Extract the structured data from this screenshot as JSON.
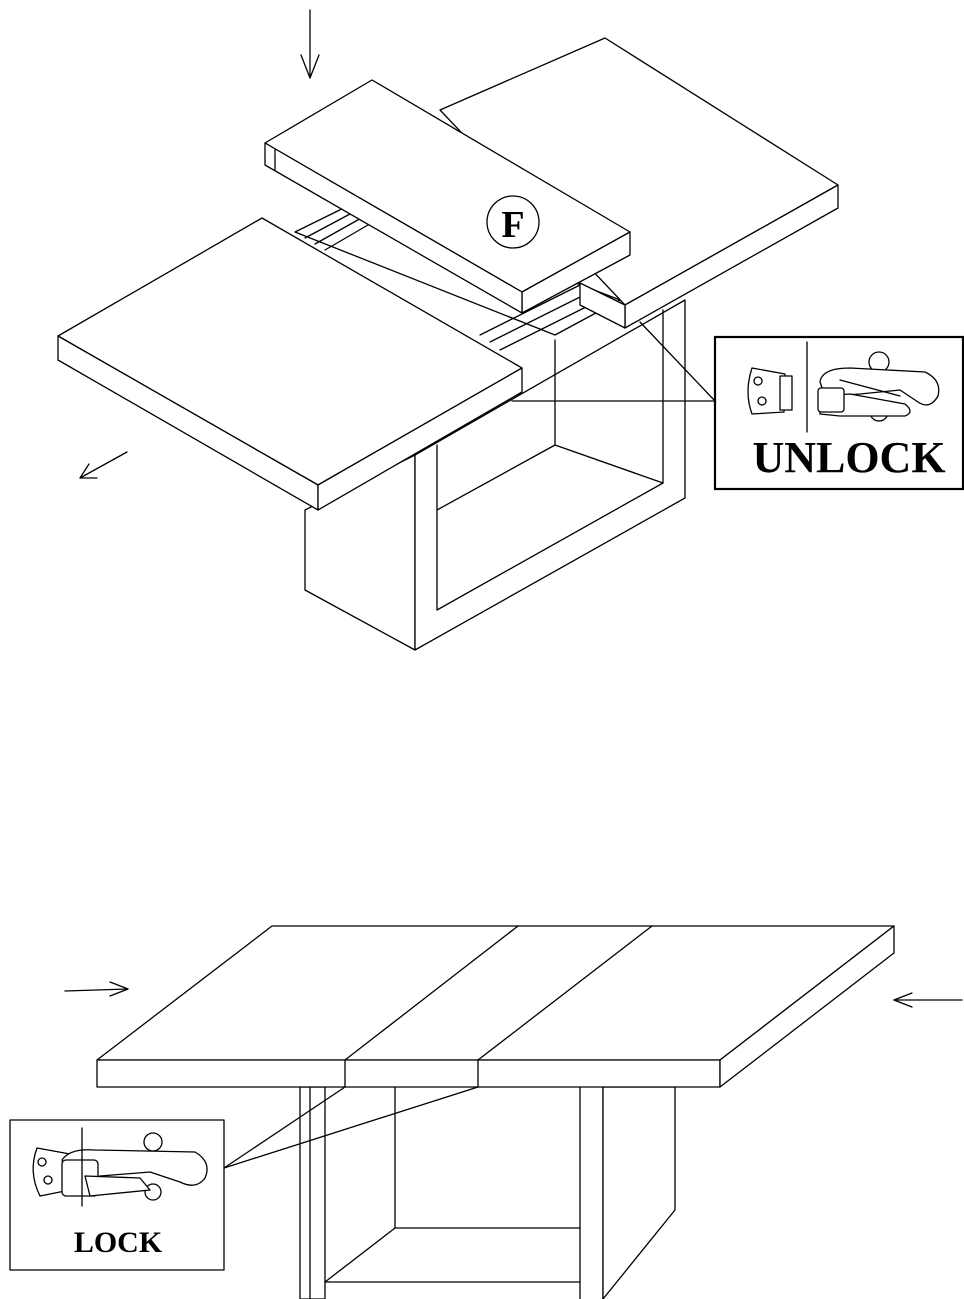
{
  "step_top": {
    "part_label": "F",
    "callout_label": "UNLOCK"
  },
  "step_bottom": {
    "callout_label": "LOCK"
  }
}
